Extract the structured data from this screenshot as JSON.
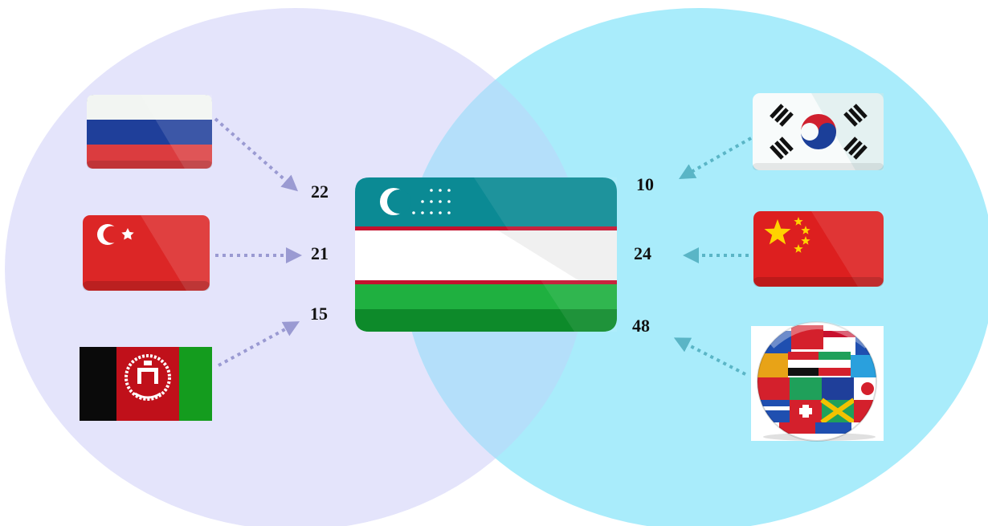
{
  "colors": {
    "left_circle": "#e4e4fb",
    "right_circle": "#a9ecfb",
    "overlap": "#b4dffa",
    "left_arrow": "#9a9ad2",
    "right_arrow": "#5ab5c6"
  },
  "center": {
    "name": "Uzbekistan",
    "icon": "uzbekistan-flag-icon"
  },
  "left_group": [
    {
      "icon": "russia-flag-icon",
      "value": "22"
    },
    {
      "icon": "turkey-flag-icon",
      "value": "21"
    },
    {
      "icon": "afghanistan-flag-icon",
      "value": "15"
    }
  ],
  "right_group": [
    {
      "icon": "south-korea-flag-icon",
      "value": "10"
    },
    {
      "icon": "china-flag-icon",
      "value": "24"
    },
    {
      "icon": "world-flags-globe-icon",
      "value": "48"
    }
  ]
}
